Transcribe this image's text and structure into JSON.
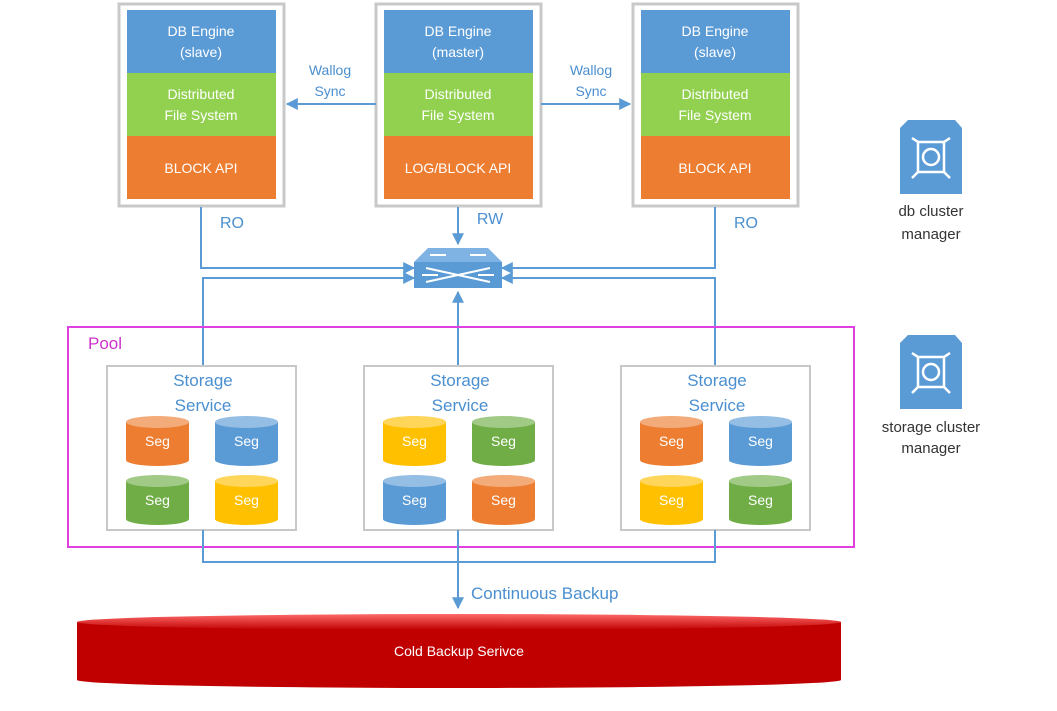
{
  "engines": [
    {
      "db_l1": "DB Engine",
      "db_l2": "(slave)",
      "dfs_l1": "Distributed",
      "dfs_l2": "File System",
      "api": "BLOCK API",
      "link": "RO"
    },
    {
      "db_l1": "DB Engine",
      "db_l2": "(master)",
      "dfs_l1": "Distributed",
      "dfs_l2": "File System",
      "api": "LOG/BLOCK API",
      "link": "RW"
    },
    {
      "db_l1": "DB Engine",
      "db_l2": "(slave)",
      "dfs_l1": "Distributed",
      "dfs_l2": "File System",
      "api": "BLOCK API",
      "link": "RO"
    }
  ],
  "sync": {
    "left_l1": "Wallog",
    "left_l2": "Sync",
    "right_l1": "Wallog",
    "right_l2": "Sync"
  },
  "pool_label": "Pool",
  "storage": [
    {
      "l1": "Storage",
      "l2": "Service",
      "segs": [
        {
          "label": "Seg",
          "color": "#ed7d31"
        },
        {
          "label": "Seg",
          "color": "#5b9bd5"
        },
        {
          "label": "Seg",
          "color": "#70ad47"
        },
        {
          "label": "Seg",
          "color": "#ffc000"
        }
      ]
    },
    {
      "l1": "Storage",
      "l2": "Service",
      "segs": [
        {
          "label": "Seg",
          "color": "#ffc000"
        },
        {
          "label": "Seg",
          "color": "#70ad47"
        },
        {
          "label": "Seg",
          "color": "#5b9bd5"
        },
        {
          "label": "Seg",
          "color": "#ed7d31"
        }
      ]
    },
    {
      "l1": "Storage",
      "l2": "Service",
      "segs": [
        {
          "label": "Seg",
          "color": "#ed7d31"
        },
        {
          "label": "Seg",
          "color": "#5b9bd5"
        },
        {
          "label": "Seg",
          "color": "#ffc000"
        },
        {
          "label": "Seg",
          "color": "#70ad47"
        }
      ]
    }
  ],
  "backup_label": "Continuous Backup",
  "cold_backup": "Cold Backup Serivce",
  "managers": {
    "db": {
      "l1": "db cluster",
      "l2": "manager",
      "icon": "cluster-manager-icon"
    },
    "storage": {
      "l1": "storage cluster",
      "l2": "manager",
      "icon": "cluster-manager-icon"
    }
  },
  "colors": {
    "db_engine": "#5b9bd5",
    "dfs": "#92d050",
    "api": "#ed7d31",
    "line": "#5b9bd5",
    "pool_border": "#e040e0",
    "pool_label": "#cc33cc",
    "cold_backup": "#c00000"
  }
}
